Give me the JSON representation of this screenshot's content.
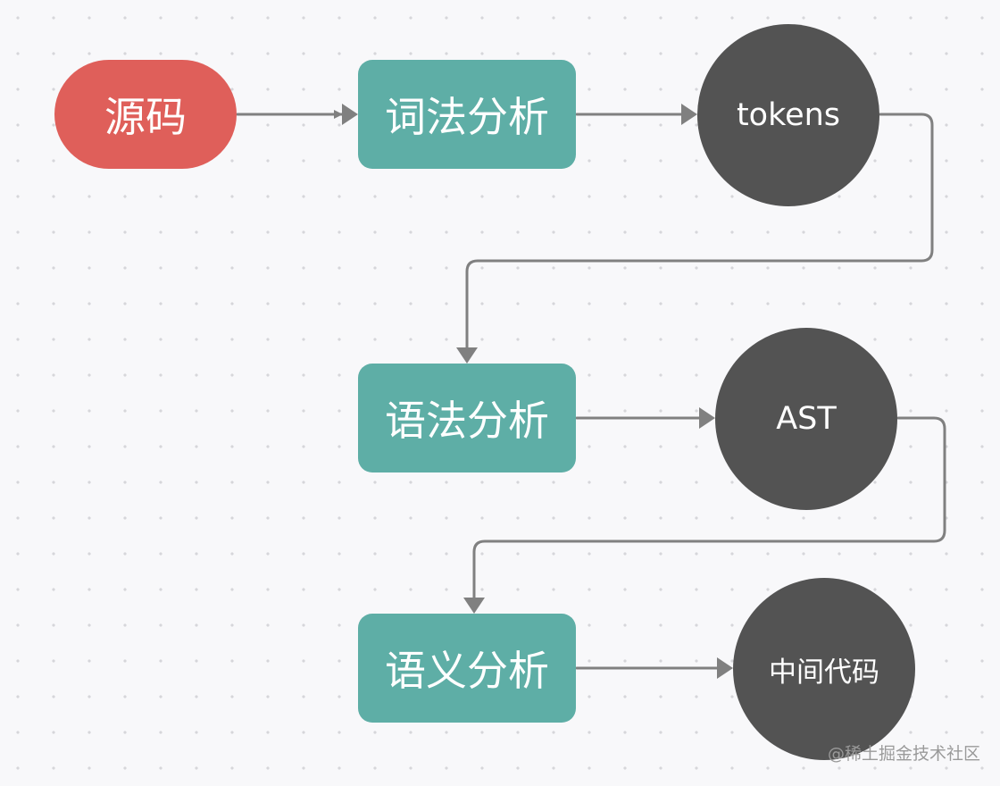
{
  "diagram": {
    "nodes": {
      "source": "源码",
      "lexical_analysis": "词法分析",
      "tokens": "tokens",
      "syntax_analysis": "语法分析",
      "ast": "AST",
      "semantic_analysis": "语义分析",
      "intermediate_code": "中间代码"
    },
    "edges": [
      {
        "from": "source",
        "to": "lexical_analysis"
      },
      {
        "from": "lexical_analysis",
        "to": "tokens"
      },
      {
        "from": "tokens",
        "to": "syntax_analysis"
      },
      {
        "from": "syntax_analysis",
        "to": "ast"
      },
      {
        "from": "ast",
        "to": "semantic_analysis"
      },
      {
        "from": "semantic_analysis",
        "to": "intermediate_code"
      }
    ]
  },
  "colors": {
    "terminal": "#df5f5a",
    "process": "#5eaea6",
    "data": "#535353",
    "connector": "#808080",
    "background": "#f8f8fa"
  },
  "watermark": "@稀土掘金技术社区"
}
